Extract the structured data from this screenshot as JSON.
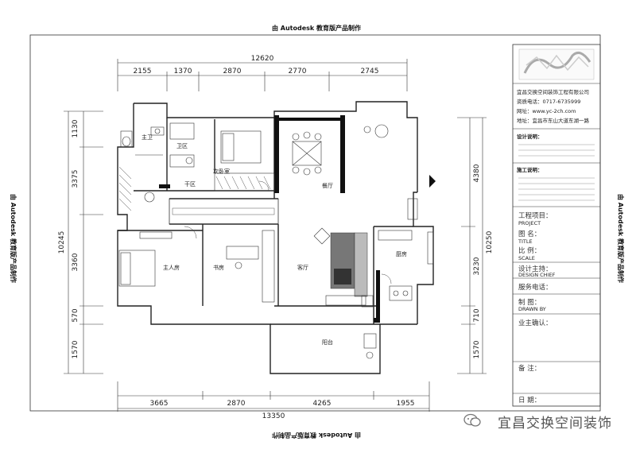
{
  "watermark": "由 Autodesk 教育版产品制作",
  "dimensions": {
    "top_total": "12620",
    "top_segments": [
      "2155",
      "1370",
      "2870",
      "2770",
      "2745"
    ],
    "bottom_total": "13350",
    "bottom_segments": [
      "3665",
      "2870",
      "4265",
      "1955"
    ],
    "left_total": "10245",
    "left_segments": [
      "1130",
      "3375",
      "3360",
      "570",
      "1570"
    ],
    "right_total": "10250",
    "right_segments": [
      "4380",
      "3230",
      "710",
      "1570"
    ]
  },
  "rooms": {
    "master_bath": "主卫",
    "bath": "卫区",
    "dry_zone": "干区",
    "second_bedroom": "次卧室",
    "dining": "餐厅",
    "master_bedroom": "主人房",
    "study": "书房",
    "living": "客厅",
    "kitchen": "厨房",
    "balcony": "阳台"
  },
  "title_block": {
    "company": "宜昌交换空间装饰工程有限公司",
    "phone": "资质电话：0717-6735999",
    "website": "网址：www.yc-2ch.com",
    "address": "地址：宜昌市东山大道东湖一路",
    "design_notes_title": "设计说明：",
    "notes_title": "施工说明：",
    "project_label": "工程项目：",
    "project_en": "PROJECT",
    "drawing_name_label": "图 名：",
    "drawing_name_en": "TITLE",
    "scale_label": "比 例：",
    "scale_en": "SCALE",
    "designer_label": "设计主持：",
    "designer_en": "DESIGN CHIEF",
    "phone_label": "服务电话：",
    "drafter_label": "制 图：",
    "drafter_en": "DRAWN BY",
    "owner_label": "业主确认：",
    "remarks_label": "备 注：",
    "date_label": "日 期："
  },
  "footer": {
    "brand": "宜昌交换空间装饰"
  }
}
